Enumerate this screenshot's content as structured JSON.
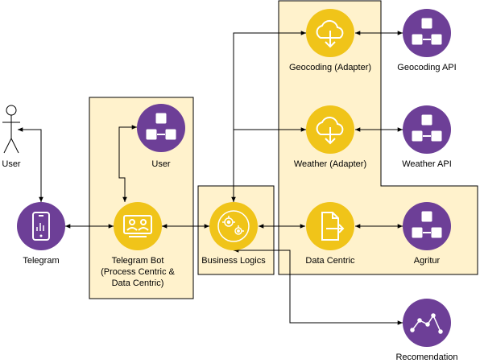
{
  "colors": {
    "panel_fill": "#fff2cc",
    "purple": "#6d3f97",
    "yellow": "#f0c419",
    "icon_white": "#ffffff",
    "line": "#000000"
  },
  "nodes": {
    "user_actor": {
      "label": "User",
      "icon": "person-icon"
    },
    "telegram": {
      "label": "Telegram",
      "icon": "smartphone-icon"
    },
    "user_db": {
      "label": "User",
      "icon": "database-icon"
    },
    "telegram_bot": {
      "label_lines": [
        "Telegram Bot",
        "(Process Centric &",
        "Data Centric)"
      ],
      "icon": "chat-users-icon"
    },
    "business_logics": {
      "label": "Business Logics",
      "icon": "gears-icon"
    },
    "geocoding_adapter": {
      "label": "Geocoding (Adapter)",
      "icon": "cloud-download-icon"
    },
    "geocoding_api": {
      "label": "Geocoding API",
      "icon": "database-icon"
    },
    "weather_adapter": {
      "label": "Weather (Adapter)",
      "icon": "cloud-download-icon"
    },
    "weather_api": {
      "label": "Weather API",
      "icon": "database-icon"
    },
    "data_centric": {
      "label": "Data Centric",
      "icon": "file-export-icon"
    },
    "agritur": {
      "label": "Agritur",
      "icon": "database-icon"
    },
    "recomendation": {
      "label": "Recomendation",
      "icon": "line-chart-icon"
    }
  }
}
